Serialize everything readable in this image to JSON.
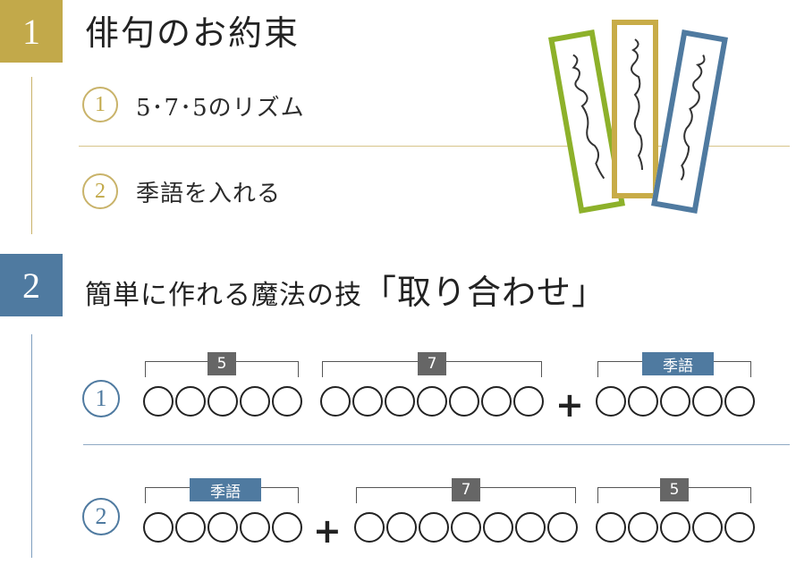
{
  "section1": {
    "number": "1",
    "title": "俳句のお約束",
    "items": [
      {
        "number": "1",
        "label": "5･7･5のリズム"
      },
      {
        "number": "2",
        "label": "季語を入れる"
      }
    ]
  },
  "section2": {
    "number": "2",
    "title": "簡単に作れる魔法の技",
    "quote": "「取り合わせ」",
    "patterns": [
      {
        "number": "1",
        "groups": [
          {
            "tag": "5",
            "count": 5
          },
          {
            "tag": "7",
            "count": 7
          },
          {
            "tag": "季語",
            "count": 5
          }
        ],
        "plus": "+"
      },
      {
        "number": "2",
        "groups": [
          {
            "tag": "季語",
            "count": 5
          },
          {
            "tag": "7",
            "count": 7
          },
          {
            "tag": "5",
            "count": 5
          }
        ],
        "plus": "+"
      }
    ]
  },
  "colors": {
    "gold": "#c2a94a",
    "blue": "#4f7aa0",
    "green": "#8db12a",
    "gray": "#666666"
  }
}
